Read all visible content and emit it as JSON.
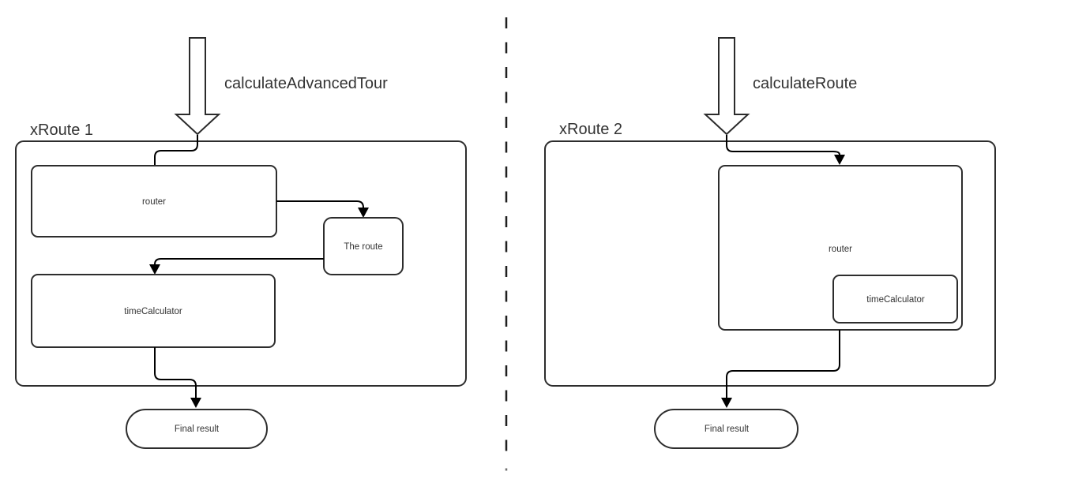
{
  "diagram": {
    "background_color": "#ffffff",
    "colors": {
      "shape_stroke": "#2d2d2d",
      "connector_stroke": "#000000",
      "label_text": "#333333"
    },
    "divider": {
      "style": "dashed-vertical"
    },
    "panels": [
      {
        "title": "xRoute 1",
        "entry_arrow_label": "calculateAdvancedTour",
        "nodes": [
          {
            "label": "router"
          },
          {
            "label": "The route"
          },
          {
            "label": "timeCalculator"
          },
          {
            "label": "Final result"
          }
        ]
      },
      {
        "title": "xRoute 2",
        "entry_arrow_label": "calculateRoute",
        "nodes": [
          {
            "label": "router"
          },
          {
            "label": "timeCalculator"
          },
          {
            "label": "Final result"
          }
        ]
      }
    ]
  }
}
